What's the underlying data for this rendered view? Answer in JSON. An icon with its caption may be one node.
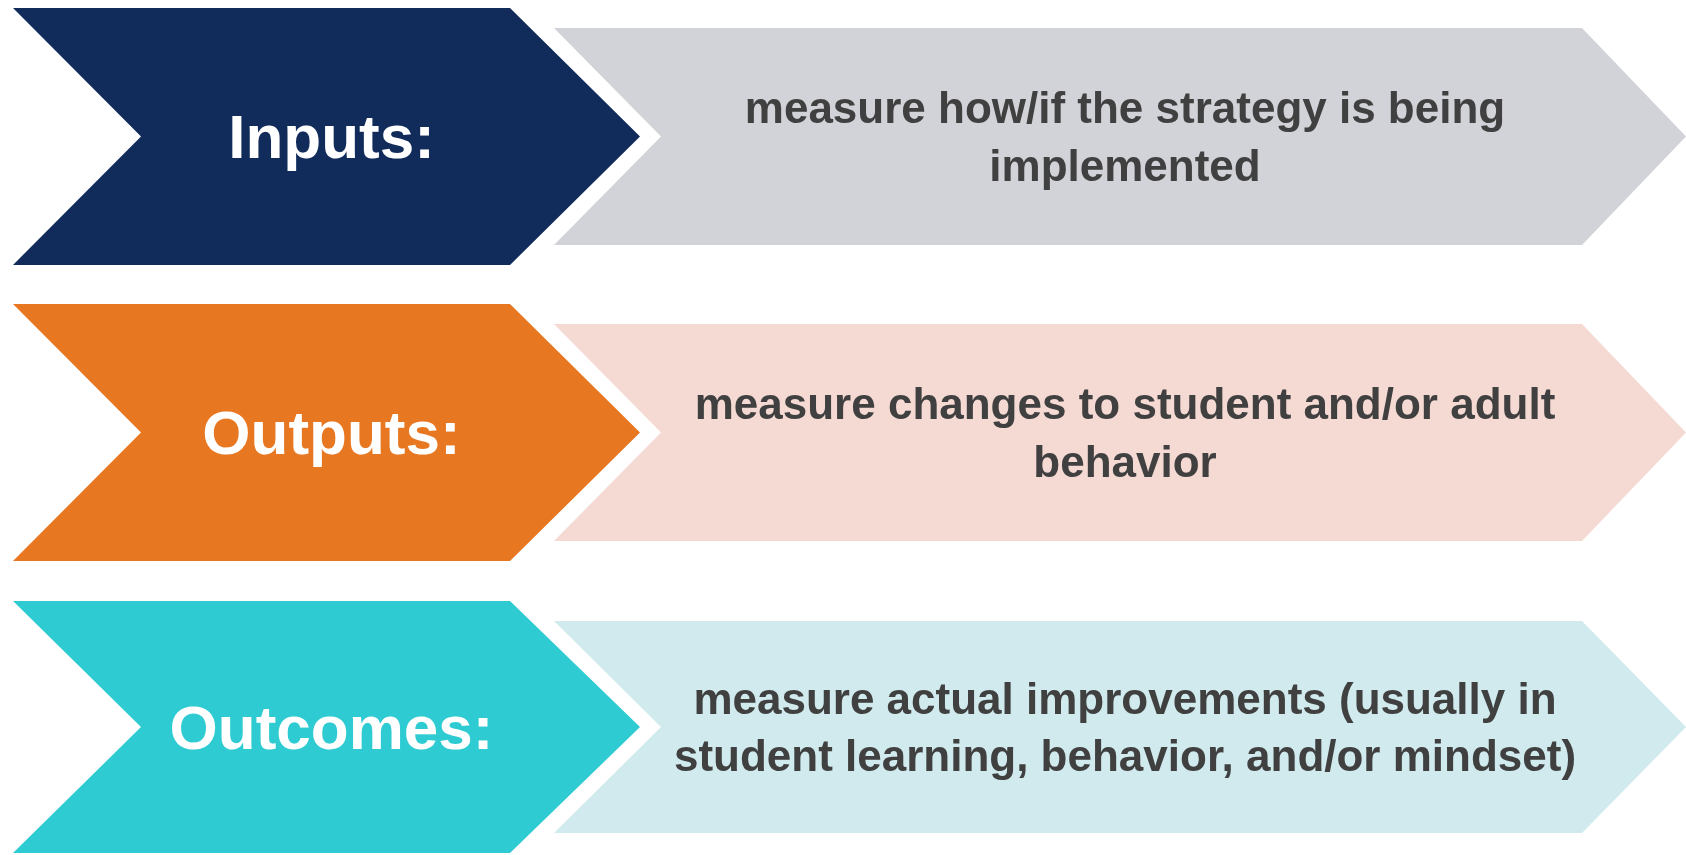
{
  "diagram": {
    "nodes": [
      {
        "text": [
          "Inputs:"
        ]
      },
      {
        "text": [
          "measure how/if the strategy is being implemented"
        ]
      },
      {
        "text": [
          "Outputs:"
        ]
      },
      {
        "text": [
          "measure changes to student and/or adult behavior"
        ]
      },
      {
        "text": [
          "Outcomes:"
        ]
      },
      {
        "text": [
          "measure actual improvements (usually in student learning, behavior, and/or mindset)"
        ]
      }
    ]
  }
}
